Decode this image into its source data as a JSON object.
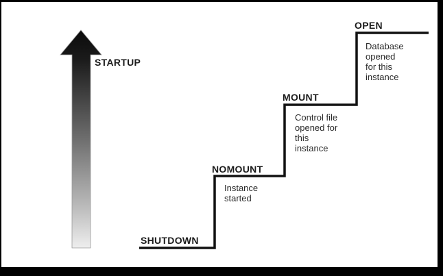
{
  "diagram": {
    "arrow": {
      "label": "STARTUP"
    },
    "stages": [
      {
        "label": "SHUTDOWN"
      },
      {
        "label": "NOMOUNT",
        "description": "Instance\nstarted"
      },
      {
        "label": "MOUNT",
        "description": "Control file\nopened for\nthis\ninstance"
      },
      {
        "label": "OPEN",
        "description": "Database\nopened\nfor this\ninstance"
      }
    ],
    "colors": {
      "line": "#111111",
      "text": "#1b1b1b",
      "background": "#ffffff",
      "frame": "#000000",
      "arrow_top": "#0b0b0b",
      "arrow_bottom": "#eeeeee"
    }
  }
}
